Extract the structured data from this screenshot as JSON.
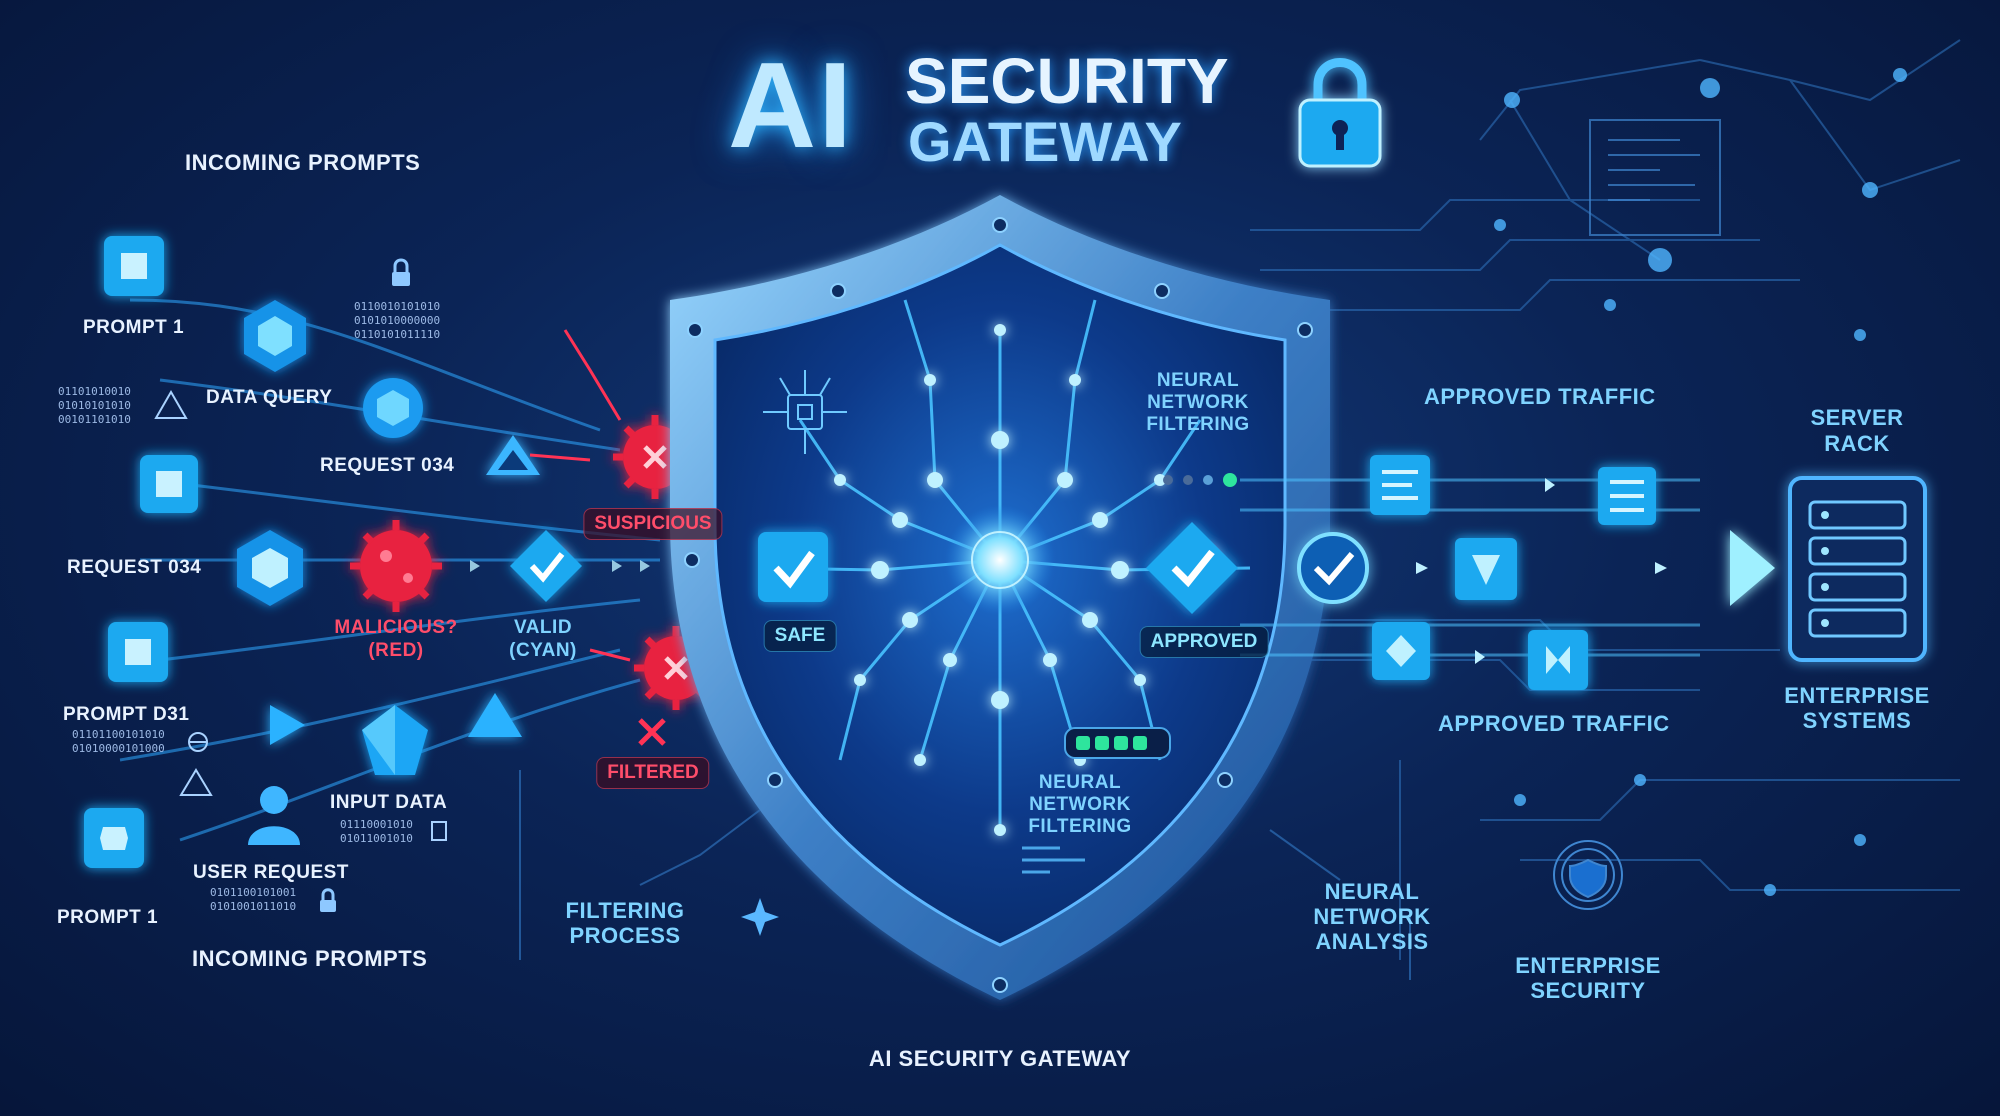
{
  "title": {
    "main": "AI",
    "line1": "SECURITY",
    "line2": "GATEWAY"
  },
  "footer": "AI SECURITY GATEWAY",
  "colors": {
    "cyan": "#3fc8ff",
    "red": "#ff3355",
    "green": "#2ee59d",
    "navy": "#0b2456"
  },
  "icons": [
    "padlock-icon",
    "shield-icon",
    "checkmark-icon",
    "virus-icon",
    "server-rack-icon",
    "user-icon",
    "document-icon",
    "globe-icon",
    "warning-icon",
    "chip-icon"
  ],
  "left": {
    "heading_top": "INCOMING PROMPTS",
    "heading_bottom": "INCOMING PROMPTS",
    "prompt1": "PROMPT 1",
    "data_query": "DATA QUERY",
    "request_a": "REQUEST 034",
    "request_b": "REQUEST 034",
    "prompt_d31": "PROMPT D31",
    "input_data": "INPUT DATA",
    "user_request": "USER REQUEST",
    "prompt1b": "PROMPT 1",
    "malicious": "MALICIOUS?\n(RED)",
    "valid": "VALID\n(CYAN)",
    "bin1": "0110010101010\n0101010000000\n0110101011110",
    "bin2": "01101010010\n01010101010\n00101101010",
    "bin3": "01101100101010\n01010000101000",
    "bin4": "01110001010\n01011001010",
    "bin5": "0101100101001\n0101001011010"
  },
  "filters": {
    "suspicious": "SUSPICIOUS",
    "filtered": "FILTERED",
    "safe": "SAFE",
    "filtering_process": "FILTERING\nPROCESS"
  },
  "shield": {
    "nn_top": "NEURAL\nNETWORK\nFILTERING",
    "nn_bottom": "NEURAL\nNETWORK\nFILTERING",
    "approved": "APPROVED"
  },
  "right": {
    "approved_top": "APPROVED TRAFFIC",
    "approved_bottom": "APPROVED TRAFFIC",
    "server_rack": "SERVER\nRACK",
    "enterprise_systems": "ENTERPRISE\nSYSTEMS",
    "nn_analysis": "NEURAL\nNETWORK\nANALYSIS",
    "enterprise_security": "ENTERPRISE\nSECURITY"
  }
}
